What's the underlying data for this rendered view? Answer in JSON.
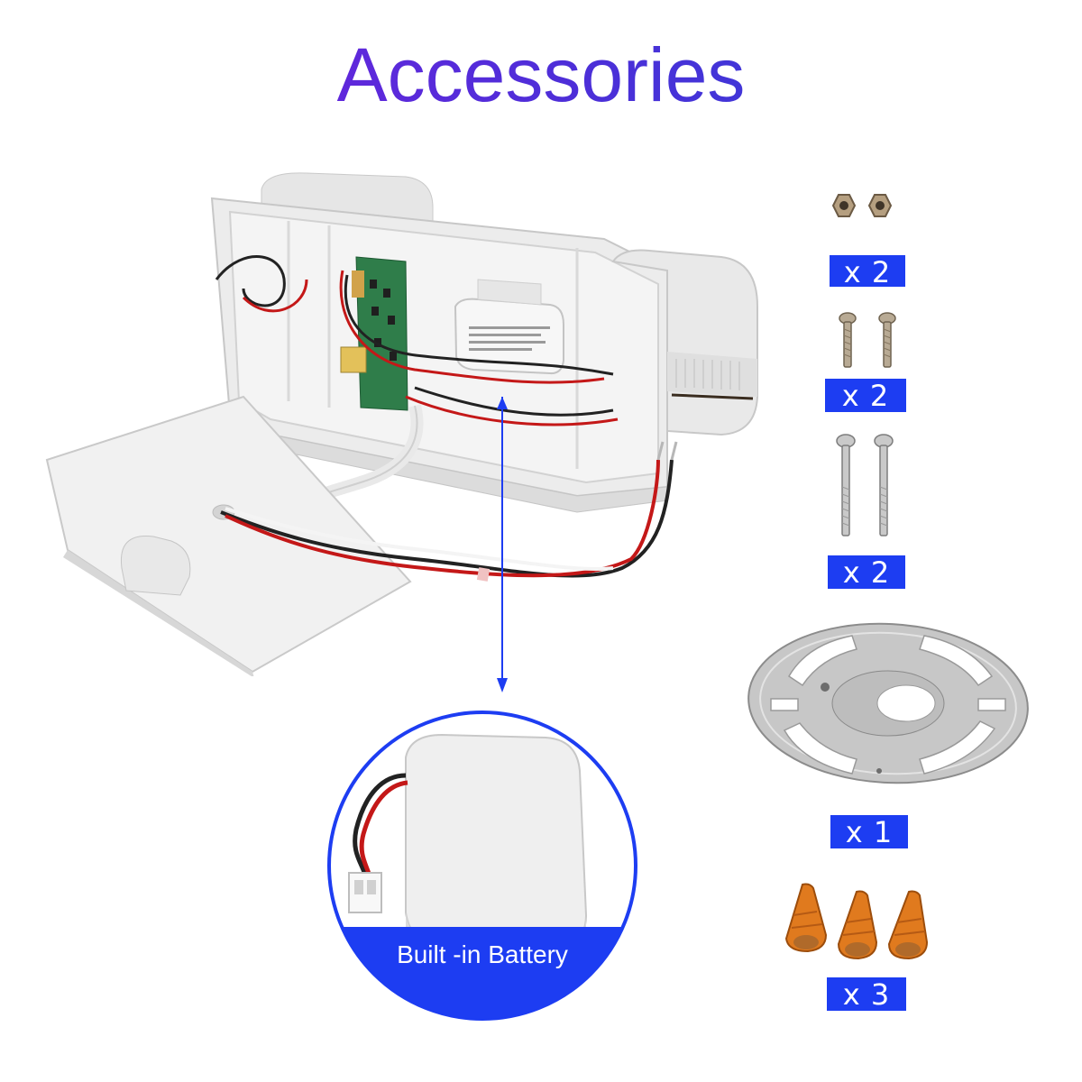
{
  "title": "Accessories",
  "callout": {
    "label": "Built -in Battery"
  },
  "accessories": [
    {
      "item": "hex-nut",
      "quantity_label": "x 2"
    },
    {
      "item": "short-screw",
      "quantity_label": "x 2"
    },
    {
      "item": "long-screw",
      "quantity_label": "x 2"
    },
    {
      "item": "crossbar-mounting-plate",
      "quantity_label": "x 1"
    },
    {
      "item": "wire-nut",
      "quantity_label": "x 3"
    }
  ],
  "colors": {
    "title_gradient_start": "#7a1fe0",
    "title_gradient_end": "#2d43d6",
    "badge": "#1d3df2",
    "callout_circle": "#1d3df2",
    "arrow": "#1d3df2",
    "wire_nut": "#e07a1e"
  }
}
